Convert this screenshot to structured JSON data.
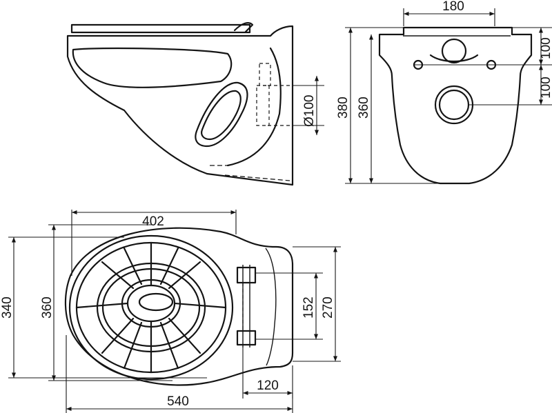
{
  "dimensions": {
    "top_width": "180",
    "upper_spacing": "100",
    "lower_spacing": "100",
    "outlet_diameter": "Ø100",
    "total_height": "380",
    "bowl_height": "360",
    "plan_width": "402",
    "plan_depth_outer": "340",
    "plan_depth_inner": "360",
    "bolt_spacing": "152",
    "rear_width": "270",
    "bolt_offset": "120",
    "total_length": "540"
  },
  "colors": {
    "ink": "#141414",
    "paper": "#ffffff"
  }
}
